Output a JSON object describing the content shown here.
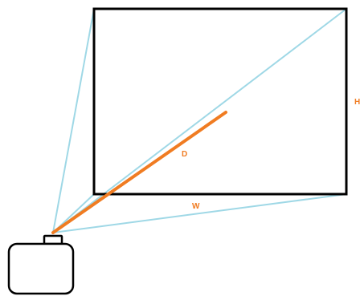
{
  "labels": {
    "depth": "D",
    "width": "W",
    "height": "H"
  },
  "colors": {
    "frame": "#000000",
    "rays": "#9fd8e6",
    "depth_line": "#f07c22",
    "label": "#f07c22",
    "projector": "#000000"
  },
  "icons": {
    "projector": "projector-icon"
  }
}
